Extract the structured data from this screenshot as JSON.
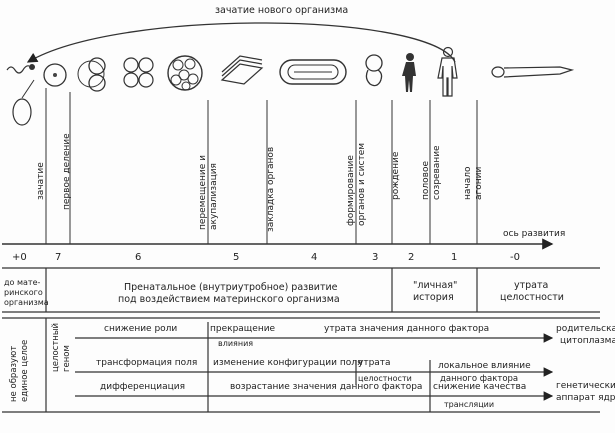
{
  "top_arrow_label": "зачатие нового организма",
  "stage_labels": [
    [
      "зачатие"
    ],
    [
      "первое деление"
    ],
    [
      "перемещение и",
      "акупализация"
    ],
    [
      "закладка органов"
    ],
    [
      "формирование",
      "органов и систем"
    ],
    [
      "рождение"
    ],
    [
      "половое",
      "созревание"
    ],
    [
      "начало",
      "агонии"
    ]
  ],
  "axis": {
    "label": "ось развития",
    "numbers": [
      "+0",
      "7",
      "6",
      "5",
      "4",
      "3",
      "2",
      "1",
      "-0"
    ]
  },
  "periods": {
    "maternal": [
      "до мате-",
      "ринского",
      "организма"
    ],
    "prenatal": [
      "Пренатальное (внутриутробное) развитие",
      "под воздействием материнского организма"
    ],
    "personal": [
      "\"личная\"",
      "история"
    ],
    "loss": [
      "утрата",
      "целостности"
    ]
  },
  "side_labels": {
    "not_whole": [
      "не образуют",
      "единое целое"
    ],
    "whole_genome": [
      "целостный",
      "геном"
    ]
  },
  "rows": [
    {
      "segments": [
        "снижение роли",
        "прекращение",
        "влияния",
        "утрата значения данного фактора"
      ],
      "result": [
        "родительская",
        "цитоплазма"
      ]
    },
    {
      "segments": [
        "трансформация поля",
        "изменение конфигурации поля",
        "утрата",
        "целостности",
        "локальное влияние",
        "данного фактора"
      ],
      "result": []
    },
    {
      "segments": [
        "дифференциация",
        "возрастание значения данного фактора",
        "снижение качества",
        "трансляции"
      ],
      "result": [
        "генетический",
        "аппарат ядра"
      ]
    }
  ]
}
